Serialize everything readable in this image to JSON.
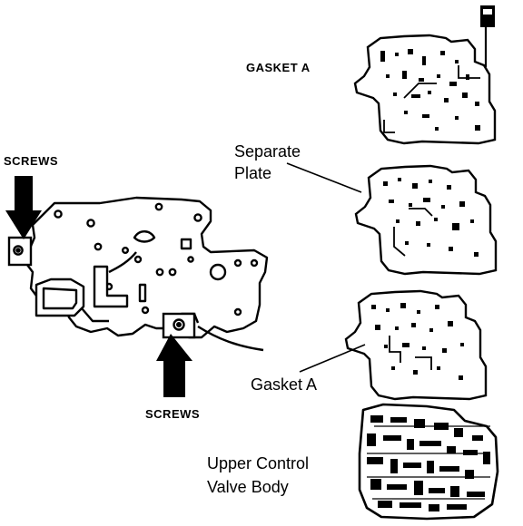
{
  "labels": {
    "gasket_a_top": "GASKET A",
    "separate_plate_line1": "Separate",
    "separate_plate_line2": "Plate",
    "screws_left": "SCREWS",
    "screws_bottom": "SCREWS",
    "gasket_a_lower": "Gasket A",
    "upper_body_line1": "Upper Control",
    "upper_body_line2": "Valve Body"
  },
  "colors": {
    "ink": "#000000",
    "paper": "#ffffff"
  }
}
